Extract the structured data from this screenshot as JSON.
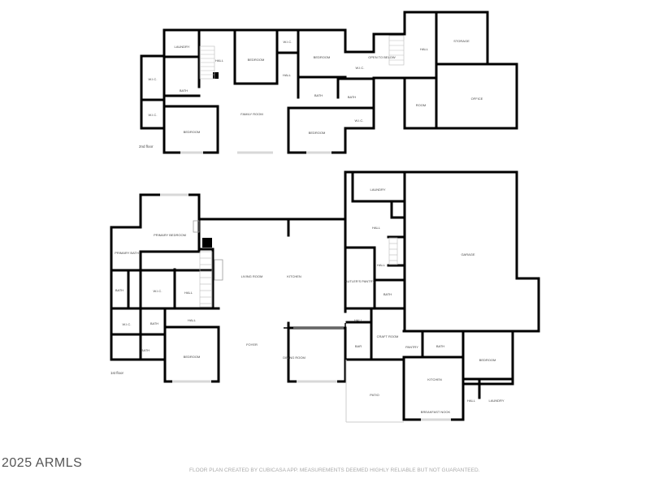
{
  "second_floor": {
    "label": "2nd floor",
    "rooms": {
      "laundry": "LAUNDRY",
      "hall_1": "HALL",
      "bedroom_1": "BEDROOM",
      "wic_1": "W.I.C.",
      "bedroom_2": "BEDROOM",
      "wic_2": "W.I.C.",
      "hall_2": "HALL",
      "wic_3": "W.I.C.",
      "bath_1": "BATH",
      "bath_2": "BATH",
      "bath_3": "BATH",
      "wic_4": "W.I.C.",
      "wic_5": "W.I.C.",
      "bedroom_3": "BEDROOM",
      "family_room": "FAMILY ROOM",
      "bedroom_4": "BEDROOM",
      "open_to_below": "OPEN TO BELOW",
      "hall_3": "HALL",
      "storage": "STORAGE",
      "room": "ROOM",
      "office": "OFFICE"
    }
  },
  "first_floor": {
    "label": "1st floor",
    "rooms": {
      "primary_bedroom": "PRIMARY BEDROOM",
      "primary_bath": "PRIMARY BATH",
      "bath_1": "BATH",
      "wic_1": "W.I.C.",
      "hall_1": "HALL",
      "wic_2": "W.I.C.",
      "bath_2": "BATH",
      "hall_2": "HALL",
      "bath_3": "BATH",
      "bedroom_1": "BEDROOM",
      "living_room": "LIVING ROOM",
      "kitchen_1": "KITCHEN",
      "foyer": "FOYER",
      "dining_room": "DINING ROOM",
      "laundry_1": "LAUNDRY",
      "hall_3": "HALL",
      "hall_4": "HALL",
      "butlers_pantry": "BUTLER'S PANTRY",
      "bath_4": "BATH",
      "hall_5": "HALL",
      "bar": "BAR",
      "craft_room": "CRAFT ROOM",
      "pantry": "PANTRY",
      "bath_5": "BATH",
      "garage": "GARAGE",
      "kitchen_2": "KITCHEN",
      "breakfast_nook": "BREAKFAST NOOK",
      "patio": "PATIO",
      "bedroom_2": "BEDROOM",
      "hall_6": "HALL",
      "laundry_2": "LAUNDRY"
    }
  },
  "footer": {
    "copyright": "2025 ARMLS",
    "disclaimer": "FLOOR PLAN CREATED BY CUBICASA APP. MEASUREMENTS DEEMED HIGHLY RELIABLE BUT NOT GUARANTEED."
  }
}
